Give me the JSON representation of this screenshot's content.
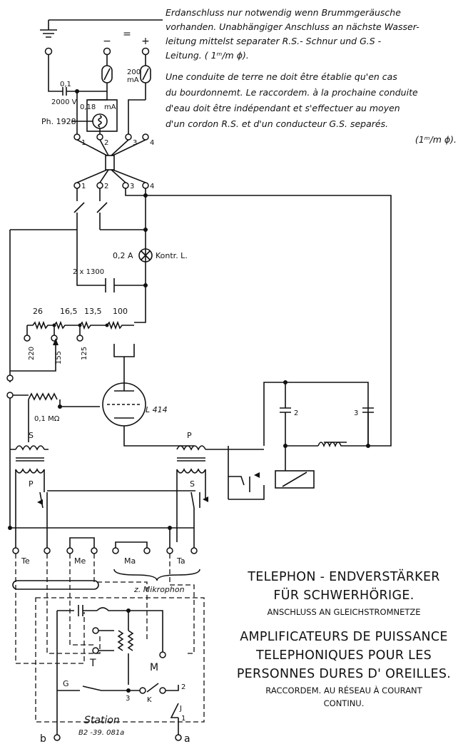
{
  "notes": {
    "de": [
      "Erdanschluss nur notwendig wenn Brummgeräusche",
      "vorhanden. Unabhängiger Anschluss an nächste Wasser-",
      "leitung mittelst separater R.S.- Schnur und G.S -",
      "Leitung. ( 1ᵐ/m ɸ)."
    ],
    "fr": [
      "Une conduite de terre ne doit être établie qu'en cas",
      "du bourdonnemt. Le raccordem. à la prochaine conduite",
      "d'eau doit être indépendant et s'effectuer au moyen",
      "d'un cordon R.S. et d'un conducteur G.S. separés.",
      "(1ᵐ/m ɸ)."
    ]
  },
  "labels": {
    "minus": "−",
    "equals": "=",
    "plus": "+",
    "fuse_rating": "200\nmA",
    "cap_value": "0,1",
    "cap_voltage": "2000 V",
    "meter_value": "0,18",
    "meter_unit": "mA",
    "meter_label": "Ph. 1928",
    "plug_pins": [
      "1",
      "2",
      "3",
      "4"
    ],
    "socket_pins": [
      "1",
      "2",
      "3",
      "4"
    ],
    "lamp_current": "0,2 A",
    "lamp_label": "Kontr. L.",
    "bypass_cap": "2 x 1300",
    "resistors": [
      "26",
      "16,5",
      "13,5",
      "100"
    ],
    "taps": [
      "220",
      "155",
      "125"
    ],
    "grid_resistor": "0,1 MΩ",
    "tube": "L 414",
    "trafo_left_top": "S",
    "trafo_left_bottom": "P",
    "trafo_right_top": "P",
    "trafo_right_bottom": "S",
    "cap_2": "2",
    "cap_3": "3",
    "jacks": [
      "Te",
      "Me",
      "Ma",
      "Ta"
    ],
    "mic_label": "z. Mikrophon",
    "station": {
      "T": "T",
      "M": "M",
      "G": "G",
      "K": "K",
      "J": "J",
      "n3": "3",
      "n2": "2",
      "n1": "1",
      "name": "Station",
      "ref": "B2 -39. 081a",
      "b": "b",
      "a": "a"
    }
  },
  "titles": {
    "de_main": [
      "TELEPHON - ENDVERSTÄRKER",
      "FÜR SCHWERHÖRIGE."
    ],
    "de_sub": "ANSCHLUSS AN GLEICHSTROMNETZE",
    "fr_main": [
      "AMPLIFICATEURS DE PUISSANCE",
      "TELEPHONIQUES POUR LES",
      "PERSONNES DURES D' OREILLES."
    ],
    "fr_sub": [
      "RACCORDEM. AU RÉSEAU À COURANT",
      "CONTINU."
    ]
  }
}
